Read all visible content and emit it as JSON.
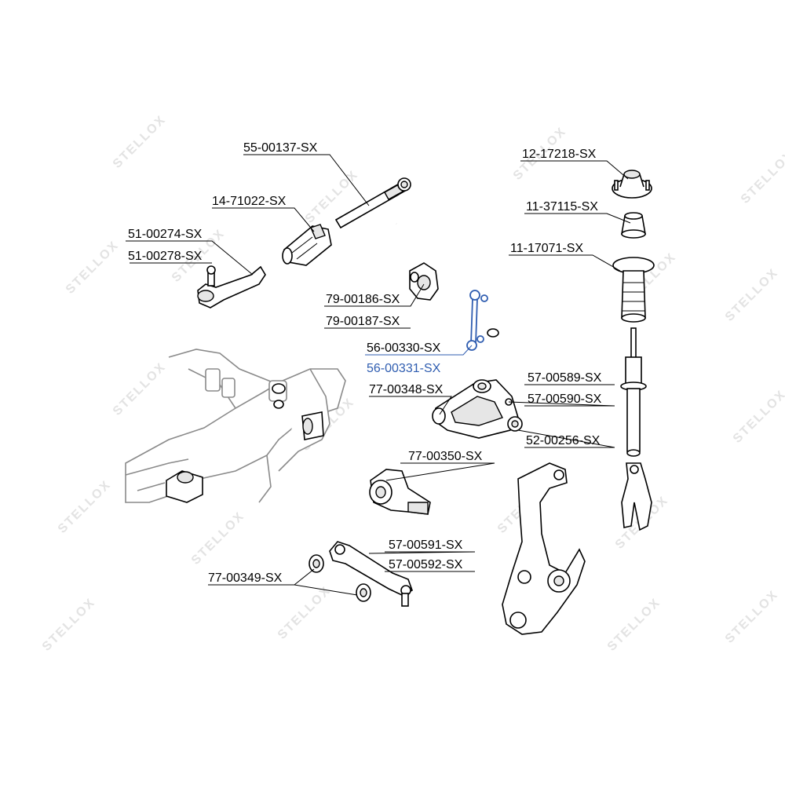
{
  "watermark": {
    "text": "STELLOX"
  },
  "parts": [
    {
      "id": "p1",
      "label": "55-00137-SX"
    },
    {
      "id": "p2",
      "label": "14-71022-SX"
    },
    {
      "id": "p3",
      "label": "51-00274-SX"
    },
    {
      "id": "p4",
      "label": "51-00278-SX"
    },
    {
      "id": "p5",
      "label": "79-00186-SX"
    },
    {
      "id": "p6",
      "label": "79-00187-SX"
    },
    {
      "id": "p7",
      "label": "56-00330-SX"
    },
    {
      "id": "p8",
      "label": "56-00331-SX",
      "highlighted": true
    },
    {
      "id": "p9",
      "label": "77-00348-SX"
    },
    {
      "id": "p10",
      "label": "12-17218-SX"
    },
    {
      "id": "p11",
      "label": "11-37115-SX"
    },
    {
      "id": "p12",
      "label": "11-17071-SX"
    },
    {
      "id": "p13",
      "label": "57-00589-SX"
    },
    {
      "id": "p14",
      "label": "57-00590-SX"
    },
    {
      "id": "p15",
      "label": "52-00256-SX"
    },
    {
      "id": "p16",
      "label": "77-00350-SX"
    },
    {
      "id": "p17",
      "label": "57-00591-SX"
    },
    {
      "id": "p18",
      "label": "57-00592-SX"
    },
    {
      "id": "p19",
      "label": "77-00349-SX"
    }
  ],
  "colors": {
    "highlight": "#2f5db0",
    "line": "#000000",
    "watermark": "#e3e3e3"
  }
}
